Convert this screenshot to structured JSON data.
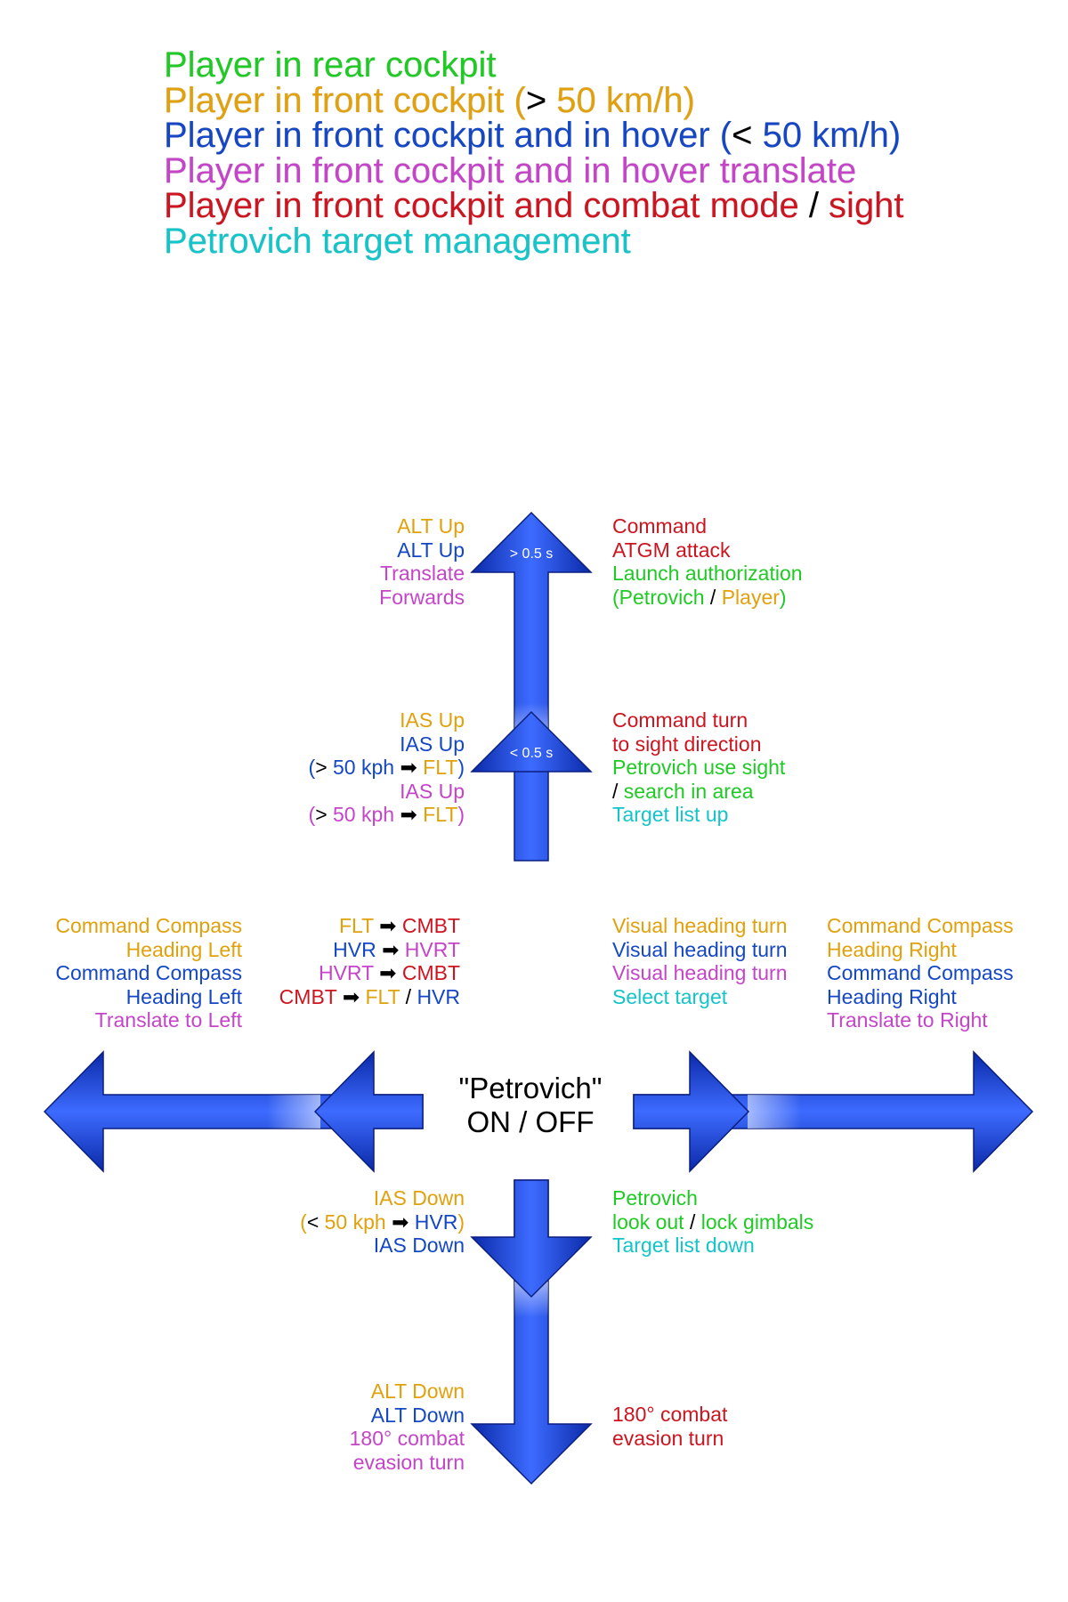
{
  "legend": [
    {
      "parts": [
        {
          "t": "Player in rear cockpit",
          "c": "green"
        }
      ]
    },
    {
      "parts": [
        {
          "t": "Player in front cockpit (",
          "c": "orange"
        },
        {
          "t": ">",
          "c": "black"
        },
        {
          "t": " 50 km/h)",
          "c": "orange"
        }
      ]
    },
    {
      "parts": [
        {
          "t": "Player in front cockpit and in hover (",
          "c": "blue"
        },
        {
          "t": "<",
          "c": "black"
        },
        {
          "t": " 50 km/h)",
          "c": "blue"
        }
      ]
    },
    {
      "parts": [
        {
          "t": "Player in front cockpit and in hover translate",
          "c": "purple"
        }
      ]
    },
    {
      "parts": [
        {
          "t": "Player in front cockpit and combat mode ",
          "c": "red"
        },
        {
          "t": "/",
          "c": "black"
        },
        {
          "t": " sight",
          "c": "red"
        }
      ]
    },
    {
      "parts": [
        {
          "t": "Petrovich target management",
          "c": "cyan"
        }
      ]
    }
  ],
  "arrows": {
    "up_long_label": "> 0.5 s",
    "up_short_label": "< 0.5 s"
  },
  "center": {
    "line1": "\"Petrovich\"",
    "line2": "ON / OFF"
  },
  "labels": {
    "up_long_left": [
      [
        {
          "t": "ALT Up",
          "c": "orange"
        }
      ],
      [
        {
          "t": "ALT Up",
          "c": "blue"
        }
      ],
      [
        {
          "t": "Translate",
          "c": "purple"
        }
      ],
      [
        {
          "t": "Forwards",
          "c": "purple"
        }
      ]
    ],
    "up_long_right": [
      [
        {
          "t": "Command",
          "c": "red"
        }
      ],
      [
        {
          "t": "ATGM attack",
          "c": "red"
        }
      ],
      [
        {
          "t": "Launch authorization",
          "c": "green"
        }
      ],
      [
        {
          "t": " (",
          "c": "green"
        },
        {
          "t": "Petrovich",
          "c": "green"
        },
        {
          "t": " / ",
          "c": "black"
        },
        {
          "t": "Player",
          "c": "orange"
        },
        {
          "t": ")",
          "c": "green"
        }
      ]
    ],
    "up_short_left": [
      [
        {
          "t": "IAS Up",
          "c": "orange"
        }
      ],
      [
        {
          "t": "IAS Up",
          "c": "blue"
        }
      ],
      [
        {
          "t": "(",
          "c": "blue"
        },
        {
          "t": ">",
          "c": "black"
        },
        {
          "t": " 50 kph ",
          "c": "blue"
        },
        {
          "t": "➡",
          "c": "black"
        },
        {
          "t": " FLT",
          "c": "orange"
        },
        {
          "t": ")",
          "c": "blue"
        }
      ],
      [
        {
          "t": "IAS Up",
          "c": "purple"
        }
      ],
      [
        {
          "t": "(",
          "c": "purple"
        },
        {
          "t": ">",
          "c": "black"
        },
        {
          "t": " 50 kph ",
          "c": "purple"
        },
        {
          "t": "➡",
          "c": "black"
        },
        {
          "t": " FLT",
          "c": "orange"
        },
        {
          "t": ")",
          "c": "purple"
        }
      ]
    ],
    "up_short_right": [
      [
        {
          "t": "Command turn",
          "c": "red"
        }
      ],
      [
        {
          "t": "to sight direction",
          "c": "red"
        }
      ],
      [
        {
          "t": "Petrovich use sight",
          "c": "green"
        }
      ],
      [
        {
          "t": "/",
          "c": "black"
        },
        {
          "t": " search in area",
          "c": "green"
        }
      ],
      [
        {
          "t": "Target list up",
          "c": "cyan"
        }
      ]
    ],
    "left_long": [
      [
        {
          "t": "Command Compass",
          "c": "orange"
        }
      ],
      [
        {
          "t": "Heading Left",
          "c": "orange"
        }
      ],
      [
        {
          "t": "Command Compass",
          "c": "blue"
        }
      ],
      [
        {
          "t": "Heading Left",
          "c": "blue"
        }
      ],
      [
        {
          "t": "Translate to Left",
          "c": "purple"
        }
      ]
    ],
    "left_short": [
      [
        {
          "t": "FLT ",
          "c": "orange"
        },
        {
          "t": "➡",
          "c": "black"
        },
        {
          "t": " CMBT",
          "c": "red"
        }
      ],
      [
        {
          "t": "HVR ",
          "c": "blue"
        },
        {
          "t": "➡",
          "c": "black"
        },
        {
          "t": " HVRT",
          "c": "purple"
        }
      ],
      [
        {
          "t": "HVRT ",
          "c": "purple"
        },
        {
          "t": "➡",
          "c": "black"
        },
        {
          "t": " CMBT",
          "c": "red"
        }
      ],
      [
        {
          "t": "CMBT ",
          "c": "red"
        },
        {
          "t": "➡",
          "c": "black"
        },
        {
          "t": " FLT",
          "c": "orange"
        },
        {
          "t": " / ",
          "c": "black"
        },
        {
          "t": "HVR",
          "c": "blue"
        }
      ]
    ],
    "right_short": [
      [
        {
          "t": "Visual heading turn",
          "c": "orange"
        }
      ],
      [
        {
          "t": "Visual heading turn",
          "c": "blue"
        }
      ],
      [
        {
          "t": "Visual heading turn",
          "c": "purple"
        }
      ],
      [
        {
          "t": "Select target",
          "c": "cyan"
        }
      ]
    ],
    "right_long": [
      [
        {
          "t": "Command Compass",
          "c": "orange"
        }
      ],
      [
        {
          "t": "Heading Right",
          "c": "orange"
        }
      ],
      [
        {
          "t": "Command Compass",
          "c": "blue"
        }
      ],
      [
        {
          "t": "Heading Right",
          "c": "blue"
        }
      ],
      [
        {
          "t": "Translate to Right",
          "c": "purple"
        }
      ]
    ],
    "down_short_left": [
      [
        {
          "t": "IAS Down",
          "c": "orange"
        }
      ],
      [
        {
          "t": "(",
          "c": "orange"
        },
        {
          "t": "<",
          "c": "black"
        },
        {
          "t": " 50 kph ",
          "c": "orange"
        },
        {
          "t": "➡",
          "c": "black"
        },
        {
          "t": " HVR",
          "c": "blue"
        },
        {
          "t": ")",
          "c": "orange"
        }
      ],
      [
        {
          "t": "IAS Down",
          "c": "blue"
        }
      ]
    ],
    "down_short_right": [
      [
        {
          "t": "Petrovich",
          "c": "green"
        }
      ],
      [
        {
          "t": "look out",
          "c": "green"
        },
        {
          "t": " / ",
          "c": "black"
        },
        {
          "t": "lock gimbals",
          "c": "green"
        }
      ],
      [
        {
          "t": "Target list down",
          "c": "cyan"
        }
      ]
    ],
    "down_long_left": [
      [
        {
          "t": "ALT Down",
          "c": "orange"
        }
      ],
      [
        {
          "t": "ALT Down",
          "c": "blue"
        }
      ],
      [
        {
          "t": "180° combat",
          "c": "purple"
        }
      ],
      [
        {
          "t": "evasion turn",
          "c": "purple"
        }
      ]
    ],
    "down_long_right": [
      [
        {
          "t": "180° combat",
          "c": "red"
        }
      ],
      [
        {
          "t": "evasion turn",
          "c": "red"
        }
      ]
    ]
  }
}
